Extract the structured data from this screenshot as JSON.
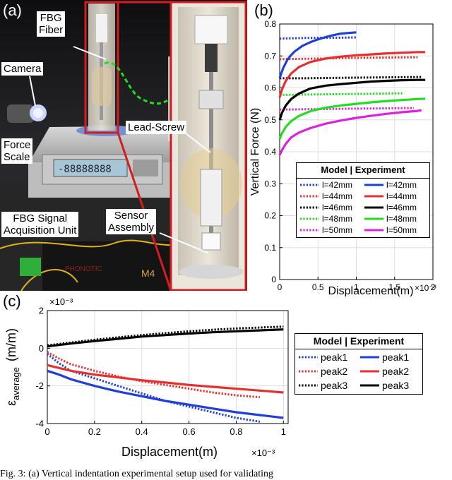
{
  "panels": {
    "a": "(a)",
    "b": "(b)",
    "c": "(c)"
  },
  "photo_labels": {
    "fbg_fiber": [
      "FBG",
      "Fiber"
    ],
    "camera": "Camera",
    "force_scale": [
      "Force",
      "Scale"
    ],
    "lead_screw": "Lead-Screw",
    "fbg_unit": [
      "FBG Signal",
      "Acquisition Unit"
    ],
    "sensor_assembly": [
      "Sensor",
      "Assembly"
    ],
    "scale_display": "-88888888",
    "unit_badge": "M4"
  },
  "legend_b": {
    "header": "Model | Experiment",
    "model": [
      "l=42mm",
      "l=44mm",
      "l=46mm",
      "l=48mm",
      "l=50mm"
    ],
    "experiment": [
      "l=42mm",
      "l=44mm",
      "l=46mm",
      "l=48mm",
      "l=50mm"
    ]
  },
  "legend_c": {
    "header": "Model | Experiment",
    "model": [
      "peak1",
      "peak2",
      "peak3"
    ],
    "experiment": [
      "peak1",
      "peak2",
      "peak3"
    ]
  },
  "caption": "Fig. 3: (a) Vertical indentation experimental setup used for validating",
  "chart_data": [
    {
      "type": "line",
      "title": "",
      "xlabel": "Displacement(m)",
      "x_multiplier": "×10⁻³",
      "ylabel": "Vertical Force (N)",
      "xlim": [
        0,
        2
      ],
      "ylim": [
        0,
        0.8
      ],
      "xticks": [
        0,
        0.5,
        1,
        1.5,
        2
      ],
      "xtick_labels": [
        "0",
        "0.5",
        "1",
        "1.5",
        "2"
      ],
      "yticks": [
        0,
        0.1,
        0.2,
        0.3,
        0.4,
        0.5,
        0.6,
        0.7,
        0.8
      ],
      "ytick_labels": [
        "0",
        "0.1",
        "0.2",
        "0.3",
        "0.4",
        "0.5",
        "0.6",
        "0.7",
        "0.8"
      ],
      "grid": true,
      "legend_position": "bottom-right",
      "series": [
        {
          "name": "l=42mm",
          "kind": "model",
          "color": "#1f3fd6",
          "x": [
            0,
            0.1,
            0.3,
            0.5,
            0.7,
            1.0
          ],
          "y": [
            0.754,
            0.755,
            0.756,
            0.757,
            0.757,
            0.758
          ]
        },
        {
          "name": "l=44mm",
          "kind": "model",
          "color": "#e53030",
          "x": [
            0,
            0.3,
            0.6,
            1.0,
            1.4,
            1.8
          ],
          "y": [
            0.69,
            0.691,
            0.692,
            0.694,
            0.695,
            0.696
          ]
        },
        {
          "name": "l=46mm",
          "kind": "model",
          "color": "#000000",
          "x": [
            0,
            0.3,
            0.6,
            1.0,
            1.4,
            1.85
          ],
          "y": [
            0.63,
            0.63,
            0.631,
            0.632,
            0.633,
            0.634
          ]
        },
        {
          "name": "l=48mm",
          "kind": "model",
          "color": "#22dd22",
          "x": [
            0,
            0.3,
            0.6,
            1.0,
            1.4,
            1.6
          ],
          "y": [
            0.578,
            0.579,
            0.58,
            0.581,
            0.582,
            0.583
          ]
        },
        {
          "name": "l=50mm",
          "kind": "model",
          "color": "#dd22dd",
          "x": [
            0,
            0.3,
            0.6,
            1.0,
            1.4,
            1.75
          ],
          "y": [
            0.532,
            0.533,
            0.534,
            0.535,
            0.536,
            0.537
          ]
        },
        {
          "name": "l=42mm",
          "kind": "experiment",
          "color": "#1f3fd6",
          "x": [
            0,
            0.02,
            0.05,
            0.1,
            0.15,
            0.2,
            0.3,
            0.4,
            0.5,
            0.6,
            0.7,
            0.8,
            0.9,
            1.0
          ],
          "y": [
            0.63,
            0.645,
            0.664,
            0.688,
            0.703,
            0.715,
            0.732,
            0.743,
            0.752,
            0.759,
            0.765,
            0.77,
            0.772,
            0.774
          ]
        },
        {
          "name": "l=44mm",
          "kind": "experiment",
          "color": "#e53030",
          "x": [
            0,
            0.03,
            0.08,
            0.15,
            0.25,
            0.4,
            0.6,
            0.8,
            1.0,
            1.2,
            1.4,
            1.6,
            1.8,
            1.9
          ],
          "y": [
            0.57,
            0.595,
            0.622,
            0.645,
            0.665,
            0.681,
            0.692,
            0.698,
            0.702,
            0.705,
            0.708,
            0.71,
            0.712,
            0.712
          ]
        },
        {
          "name": "l=46mm",
          "kind": "experiment",
          "color": "#000000",
          "x": [
            0,
            0.03,
            0.08,
            0.15,
            0.25,
            0.4,
            0.6,
            0.8,
            1.0,
            1.2,
            1.4,
            1.6,
            1.8,
            1.9
          ],
          "y": [
            0.5,
            0.522,
            0.545,
            0.565,
            0.582,
            0.598,
            0.607,
            0.612,
            0.616,
            0.62,
            0.622,
            0.624,
            0.625,
            0.625
          ]
        },
        {
          "name": "l=48mm",
          "kind": "experiment",
          "color": "#22dd22",
          "x": [
            0,
            0.03,
            0.08,
            0.15,
            0.25,
            0.4,
            0.6,
            0.8,
            1.0,
            1.2,
            1.4,
            1.6,
            1.8,
            1.9
          ],
          "y": [
            0.44,
            0.458,
            0.478,
            0.496,
            0.512,
            0.527,
            0.538,
            0.545,
            0.55,
            0.555,
            0.559,
            0.562,
            0.565,
            0.566
          ]
        },
        {
          "name": "l=50mm",
          "kind": "experiment",
          "color": "#dd22dd",
          "x": [
            0,
            0.03,
            0.08,
            0.15,
            0.25,
            0.4,
            0.6,
            0.8,
            1.0,
            1.2,
            1.4,
            1.6,
            1.8,
            1.85
          ],
          "y": [
            0.39,
            0.405,
            0.425,
            0.445,
            0.46,
            0.474,
            0.488,
            0.498,
            0.506,
            0.513,
            0.519,
            0.524,
            0.528,
            0.53
          ]
        }
      ]
    },
    {
      "type": "line",
      "title": "",
      "xlabel": "Displacement(m)",
      "x_multiplier": "×10⁻³",
      "ylabel": "εaverage (m/m)",
      "ylabel_main": "ε",
      "ylabel_sub": "average",
      "ylabel_unit": "(m/m)",
      "y_multiplier": "×10⁻³",
      "xlim": [
        0,
        1.02
      ],
      "ylim": [
        -4,
        2
      ],
      "xticks": [
        0,
        0.2,
        0.4,
        0.6,
        0.8,
        1
      ],
      "xtick_labels": [
        "0",
        "0.2",
        "0.4",
        "0.6",
        "0.8",
        "1"
      ],
      "yticks": [
        -4,
        -2,
        0,
        2
      ],
      "ytick_labels": [
        "-4",
        "-2",
        "0",
        "2"
      ],
      "grid": true,
      "legend_position": "right",
      "series": [
        {
          "name": "peak1",
          "kind": "model",
          "color": "#1f3fd6",
          "x": [
            0,
            0.05,
            0.1,
            0.2,
            0.3,
            0.4,
            0.5,
            0.6,
            0.7,
            0.8,
            0.9
          ],
          "y": [
            -0.3,
            -0.8,
            -1.2,
            -1.6,
            -2.0,
            -2.4,
            -2.8,
            -3.1,
            -3.4,
            -3.7,
            -3.9
          ]
        },
        {
          "name": "peak2",
          "kind": "model",
          "color": "#e53030",
          "x": [
            0,
            0.05,
            0.1,
            0.2,
            0.3,
            0.4,
            0.5,
            0.6,
            0.7,
            0.8,
            0.9
          ],
          "y": [
            -0.2,
            -0.55,
            -0.85,
            -1.2,
            -1.5,
            -1.75,
            -1.95,
            -2.15,
            -2.35,
            -2.5,
            -2.6
          ]
        },
        {
          "name": "peak3",
          "kind": "model",
          "color": "#000000",
          "x": [
            0,
            0.1,
            0.2,
            0.3,
            0.4,
            0.5,
            0.6,
            0.7,
            0.8,
            0.9,
            1.0
          ],
          "y": [
            0.15,
            0.3,
            0.45,
            0.58,
            0.7,
            0.8,
            0.9,
            0.98,
            1.05,
            1.1,
            1.15
          ]
        },
        {
          "name": "peak1",
          "kind": "experiment",
          "color": "#1f3fd6",
          "x": [
            0,
            0.05,
            0.1,
            0.2,
            0.3,
            0.4,
            0.5,
            0.6,
            0.7,
            0.8,
            0.9,
            1.0
          ],
          "y": [
            -1.2,
            -1.4,
            -1.65,
            -2.0,
            -2.3,
            -2.55,
            -2.8,
            -3.0,
            -3.2,
            -3.4,
            -3.55,
            -3.7
          ]
        },
        {
          "name": "peak2",
          "kind": "experiment",
          "color": "#e53030",
          "x": [
            0,
            0.05,
            0.1,
            0.2,
            0.3,
            0.4,
            0.5,
            0.6,
            0.7,
            0.8,
            0.9,
            1.0
          ],
          "y": [
            -0.9,
            -1.05,
            -1.2,
            -1.4,
            -1.55,
            -1.7,
            -1.82,
            -1.95,
            -2.05,
            -2.15,
            -2.25,
            -2.35
          ]
        },
        {
          "name": "peak3",
          "kind": "experiment",
          "color": "#000000",
          "x": [
            0,
            0.1,
            0.2,
            0.3,
            0.4,
            0.5,
            0.6,
            0.7,
            0.8,
            0.9,
            1.0
          ],
          "y": [
            0.1,
            0.25,
            0.38,
            0.5,
            0.62,
            0.7,
            0.78,
            0.85,
            0.9,
            0.95,
            1.0
          ]
        }
      ]
    }
  ]
}
